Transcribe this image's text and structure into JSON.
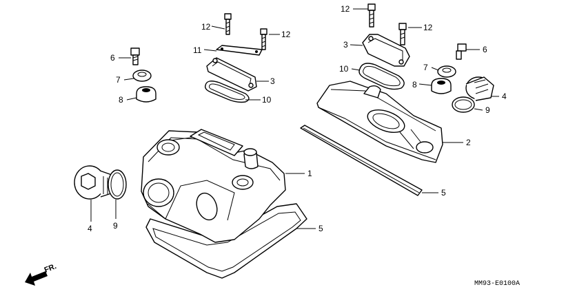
{
  "diagram": {
    "callouts": [
      {
        "id": "c1",
        "label": "12"
      },
      {
        "id": "c2",
        "label": "12"
      },
      {
        "id": "c3",
        "label": "11"
      },
      {
        "id": "c4",
        "label": "3"
      },
      {
        "id": "c5",
        "label": "10"
      },
      {
        "id": "c6",
        "label": "6"
      },
      {
        "id": "c7",
        "label": "7"
      },
      {
        "id": "c8",
        "label": "8"
      },
      {
        "id": "c9",
        "label": "12"
      },
      {
        "id": "c10",
        "label": "12"
      },
      {
        "id": "c11",
        "label": "3"
      },
      {
        "id": "c12",
        "label": "10"
      },
      {
        "id": "c13",
        "label": "6"
      },
      {
        "id": "c14",
        "label": "7"
      },
      {
        "id": "c15",
        "label": "8"
      },
      {
        "id": "c16",
        "label": "4"
      },
      {
        "id": "c17",
        "label": "9"
      },
      {
        "id": "c18",
        "label": "2"
      },
      {
        "id": "c19",
        "label": "1"
      },
      {
        "id": "c20",
        "label": "5"
      },
      {
        "id": "c21",
        "label": "5"
      },
      {
        "id": "c22",
        "label": "4"
      },
      {
        "id": "c23",
        "label": "9"
      }
    ],
    "direction_label": "FR.",
    "reference_code": "MM93-E0100A"
  }
}
